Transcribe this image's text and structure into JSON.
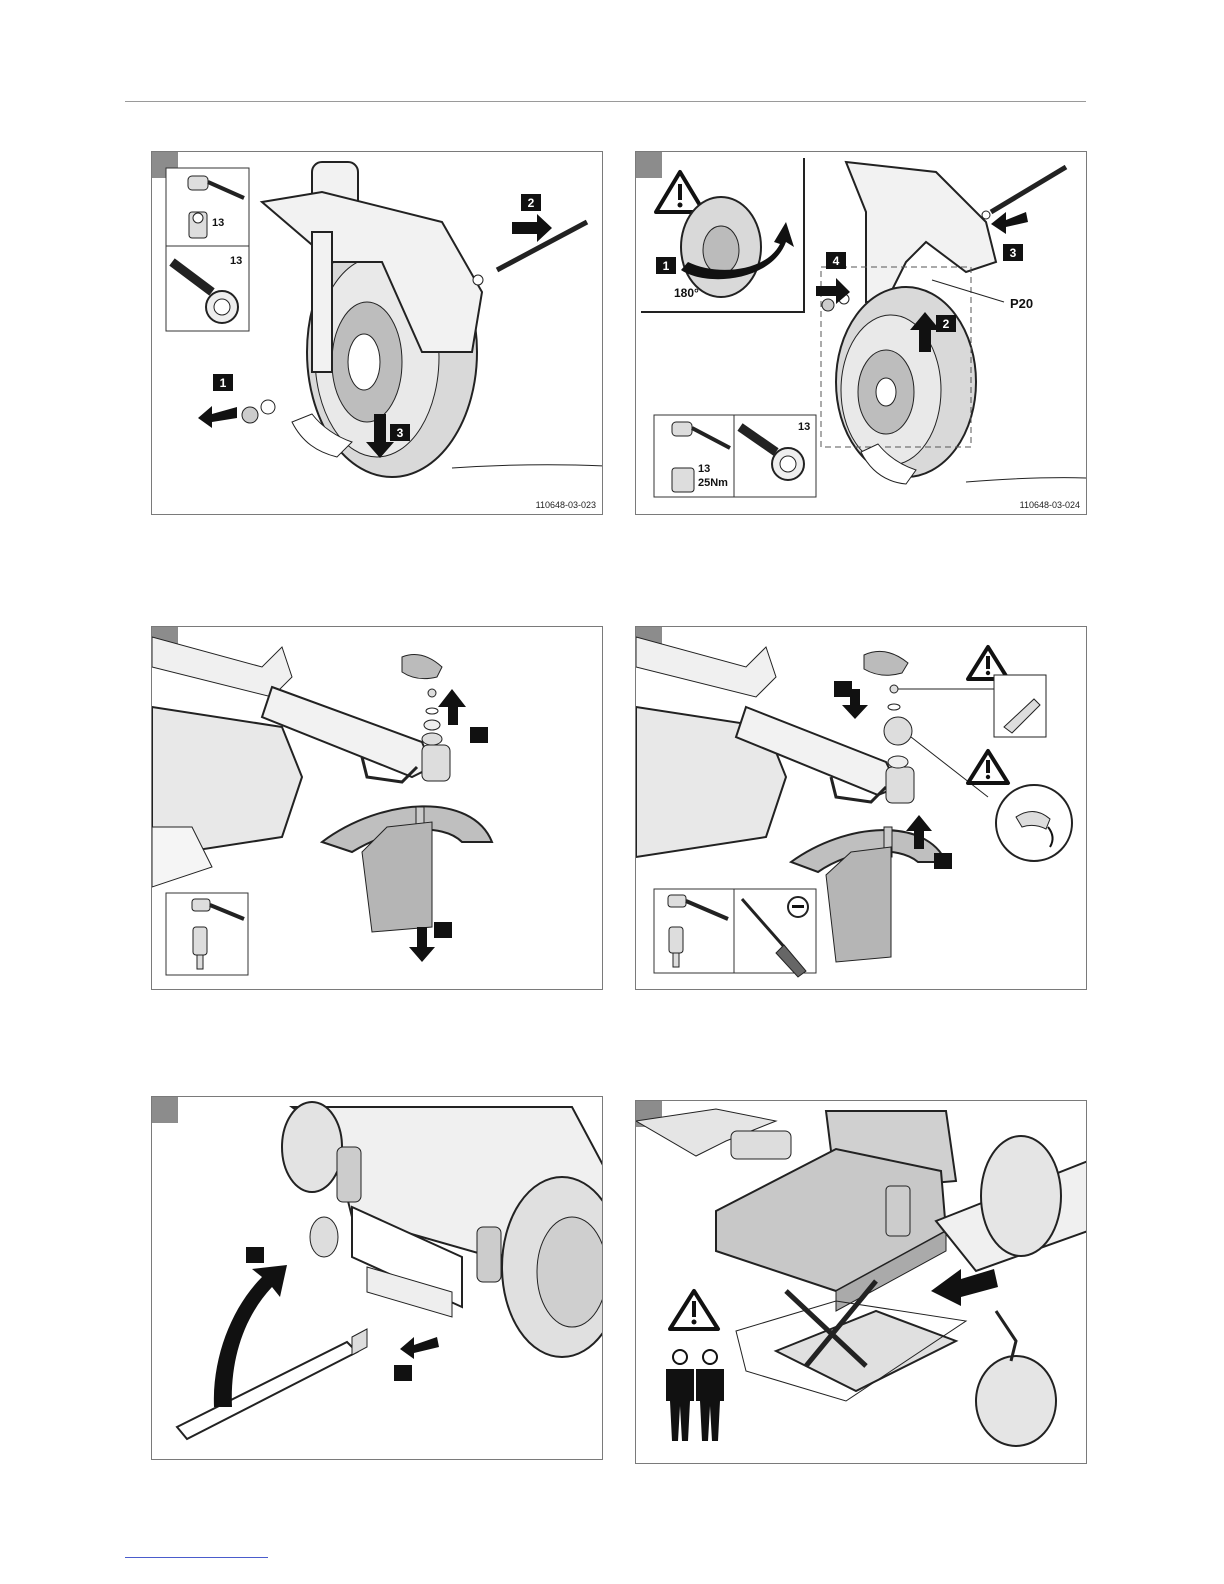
{
  "panels": [
    {
      "id": "p1",
      "code": "110648-03-023",
      "tool_labels": [
        "13",
        "13"
      ],
      "steps": [
        "1",
        "2",
        "3"
      ]
    },
    {
      "id": "p2",
      "code": "110648-03-024",
      "angle": "180°",
      "part": "P20",
      "tool_labels": [
        "13",
        "13",
        "25Nm"
      ],
      "steps": [
        "1",
        "2",
        "3",
        "4"
      ]
    },
    {
      "id": "p3",
      "code": ""
    },
    {
      "id": "p4",
      "code": ""
    },
    {
      "id": "p5",
      "code": ""
    },
    {
      "id": "p6",
      "code": ""
    }
  ],
  "icons": [
    "warning-icon",
    "socket-wrench-icon",
    "ring-spanner-icon",
    "screwdriver-icon",
    "glue-tube-icon",
    "two-persons-icon",
    "rotation-arrow-icon"
  ],
  "colors": {
    "panel_border": "#7a7a7a",
    "corner_tab": "#8c8c8c",
    "label_box": "#1a1a1a",
    "wheel_fill": "#d9d9d9",
    "footer_rule": "#4a5ccc"
  }
}
